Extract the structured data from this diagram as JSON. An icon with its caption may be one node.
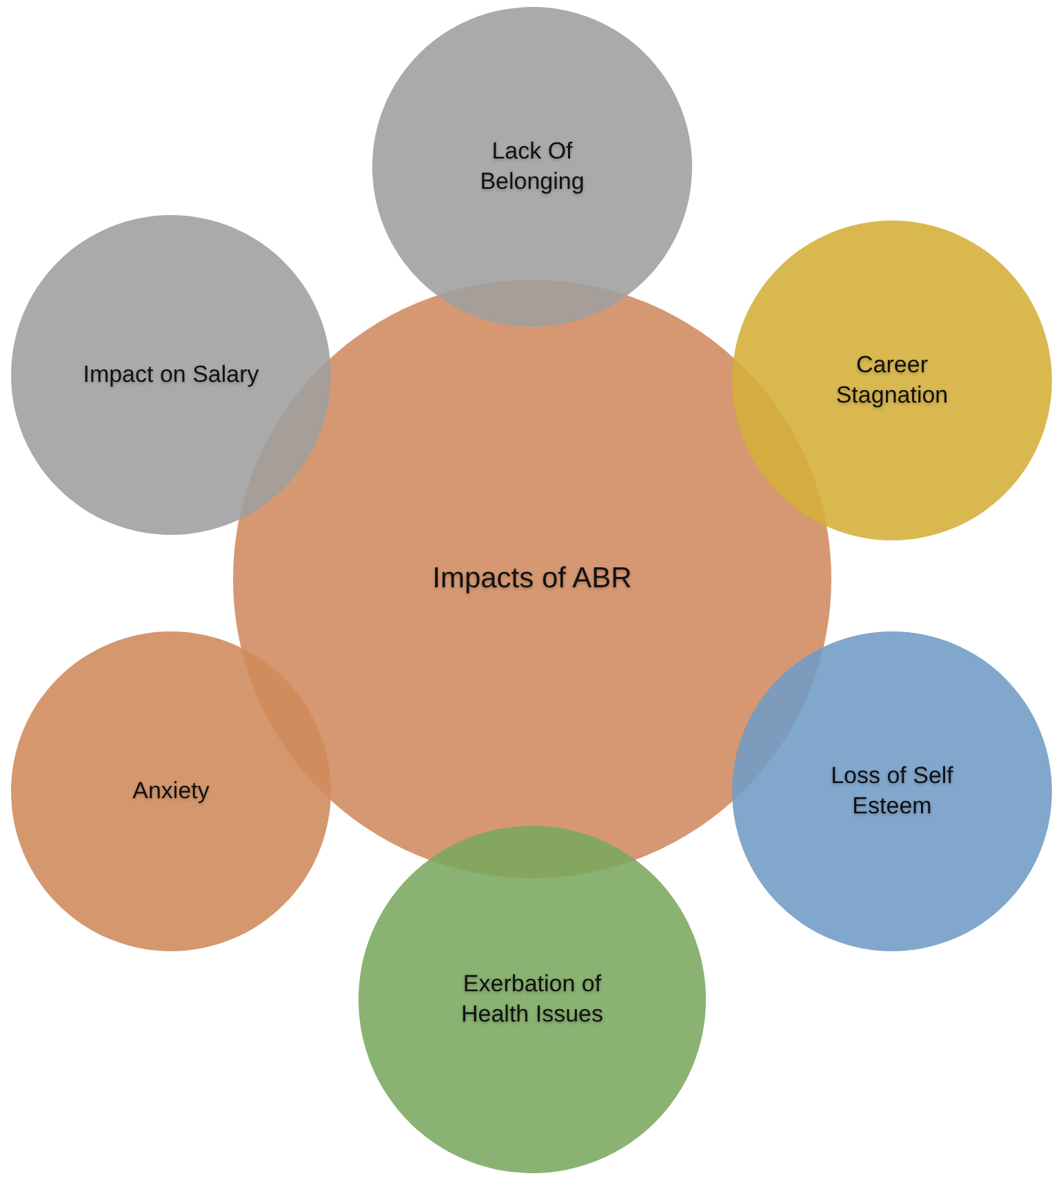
{
  "diagram": {
    "nodes": [
      {
        "text": [
          "Impacts of ABR"
        ]
      },
      {
        "text": [
          "Lack Of Belonging"
        ]
      },
      {
        "text": [
          "Career Stagnation"
        ]
      },
      {
        "text": [
          "Loss of Self Esteem"
        ]
      },
      {
        "text": [
          "Exerbation of Health Issues"
        ]
      },
      {
        "text": [
          "Anxiety"
        ]
      },
      {
        "text": [
          "Impact on Salary"
        ]
      }
    ]
  }
}
